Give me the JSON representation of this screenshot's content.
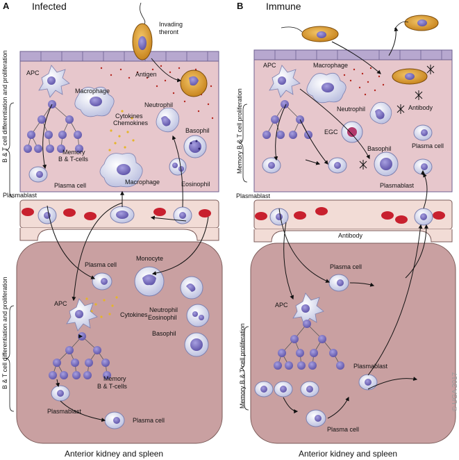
{
  "panel_a": {
    "letter": "A",
    "title": "Infected",
    "labels": {
      "invading_theront": [
        "Invading",
        "theront"
      ],
      "apc_top": "APC",
      "antigen": "Antigen",
      "macrophage_top": "Macrophage",
      "neutrophil_top": "Neutrophil",
      "cytokines_chemokines": [
        "Cytokines",
        "Chemokines"
      ],
      "basophil": "Basophil",
      "memory_cells_top": [
        "Memory",
        "B & T-cells"
      ],
      "plasma_cell_top": "Plasma cell",
      "macrophage_mid": "Macrophage",
      "eosinophil": "Eosinophil",
      "plasmablast_vessel": "Plasmablast",
      "plasma_cell_kidney": "Plasma cell",
      "monocyte": "Monocyte",
      "apc_kidney": "APC",
      "cytokines_kidney": "Cytokines",
      "granulocytes_kidney": [
        "Neutrophil",
        "Eosinophil",
        "Basophil"
      ],
      "memory_cells_kidney": [
        "Memory",
        "B & T-cells"
      ],
      "plasmablast_kidney": "Plasmablast",
      "plasma_cell_bottom": "Plasma cell"
    },
    "side_label_top": "B & T cell differentiation and proliferation",
    "side_label_bottom": "B & T cell differentiation and proliferation",
    "footer": "Anterior kidney and spleen"
  },
  "panel_b": {
    "letter": "B",
    "title": "Immune",
    "labels": {
      "apc_top": "APC",
      "macrophage": "Macrophage",
      "neutrophil": "Neutrophil",
      "antibody_top": "Antibody",
      "egc": "EGC",
      "basophil": "Basophil",
      "plasma_cell_top": "Plasma cell",
      "plasmablast_top": "Plasmablast",
      "plasmablast_vessel": "Plasmablast",
      "antibody_vessel": "Antibody",
      "plasma_cell_kidney": "Plasma cell",
      "apc_kidney": "APC",
      "plasmablast_kidney": "Plasmablast",
      "plasma_cell_bottom": "Plasma cell"
    },
    "side_label_top": "Memory B & T cell proliferation",
    "side_label_bottom": "Memory B & T cell proliferation",
    "footer": "Anterior  kidney and spleen"
  },
  "copyright": "© UGA 2017",
  "colors": {
    "epidermis": "#b7a8cf",
    "tissue": "#e7c7cc",
    "vessel": "#f2dcd6",
    "kidney": "#c9a0a1",
    "rbc": "#c8202e",
    "cell": "#d9dcef",
    "nucleus": "#7f74c0",
    "parasite": "#d69a2e",
    "dots": "#b3261e"
  }
}
